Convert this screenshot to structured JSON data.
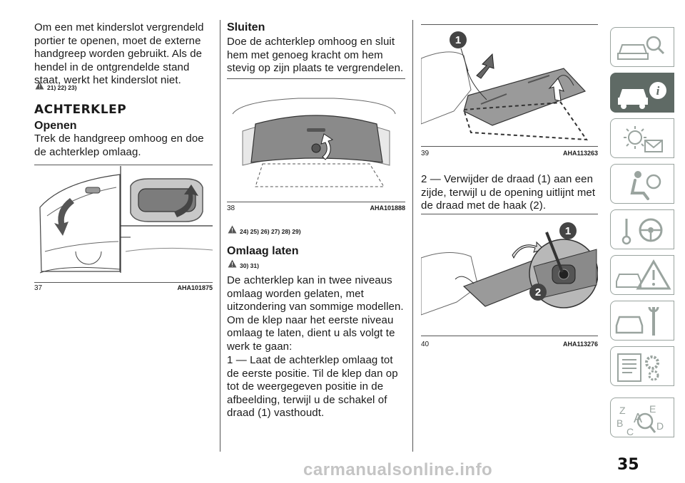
{
  "col1": {
    "intro": "Om een met kinderslot vergrendeld portier te openen, moet de externe handgreep worden gebruikt. Als de hendel in de ontgrendelde stand staat, werkt het kinderslot niet.",
    "warn1": "21) 22) 23)",
    "section_title": "ACHTERKLEP",
    "open_title": "Openen",
    "open_text": "Trek de handgreep omhoog en doe de achterklep omlaag.",
    "fig37": {
      "num": "37",
      "code": "AHA101875"
    }
  },
  "col2": {
    "close_title": "Sluiten",
    "close_text": "Doe de achterklep omhoog en sluit hem met genoeg kracht om hem stevig op zijn plaats te vergrendelen.",
    "fig38": {
      "num": "38",
      "code": "AHA101888"
    },
    "warn2": "24) 25) 26) 27) 28) 29)",
    "lower_title": "Omlaag laten",
    "warn3": "30) 31)",
    "lower_text": "De achterklep kan in twee niveaus omlaag worden gelaten, met uitzondering van sommige modellen. Om de klep naar het eerste niveau omlaag te laten, dient u als volgt te werk te gaan:",
    "step1": "1 — Laat de achterklep omlaag tot de eerste positie. Til de klep dan op tot de weergegeven positie in de afbeelding, terwijl u de schakel of draad (1) vasthoudt."
  },
  "col3": {
    "fig39": {
      "num": "39",
      "code": "AHA113263",
      "callout": "1"
    },
    "step2": "2 — Verwijder de draad (1) aan een zijde, terwijl u de opening uitlijnt met de draad met de haak (2).",
    "fig40": {
      "num": "40",
      "code": "AHA113276",
      "callout1": "1",
      "callout2": "2"
    }
  },
  "sidebar": {
    "tabs": [
      {
        "icon": "car-search-icon",
        "active": false
      },
      {
        "icon": "car-info-icon",
        "active": true
      },
      {
        "icon": "warning-lights-icon",
        "active": false
      },
      {
        "icon": "airbag-seat-icon",
        "active": false
      },
      {
        "icon": "key-steering-icon",
        "active": false
      },
      {
        "icon": "car-warning-triangle-icon",
        "active": false
      },
      {
        "icon": "car-tools-icon",
        "active": false
      },
      {
        "icon": "specs-gear-icon",
        "active": false
      },
      {
        "icon": "alphabet-index-icon",
        "active": false
      }
    ],
    "index_letters": "ZEBACD"
  },
  "page_number": "35",
  "watermark": "carmanualsonline.info"
}
